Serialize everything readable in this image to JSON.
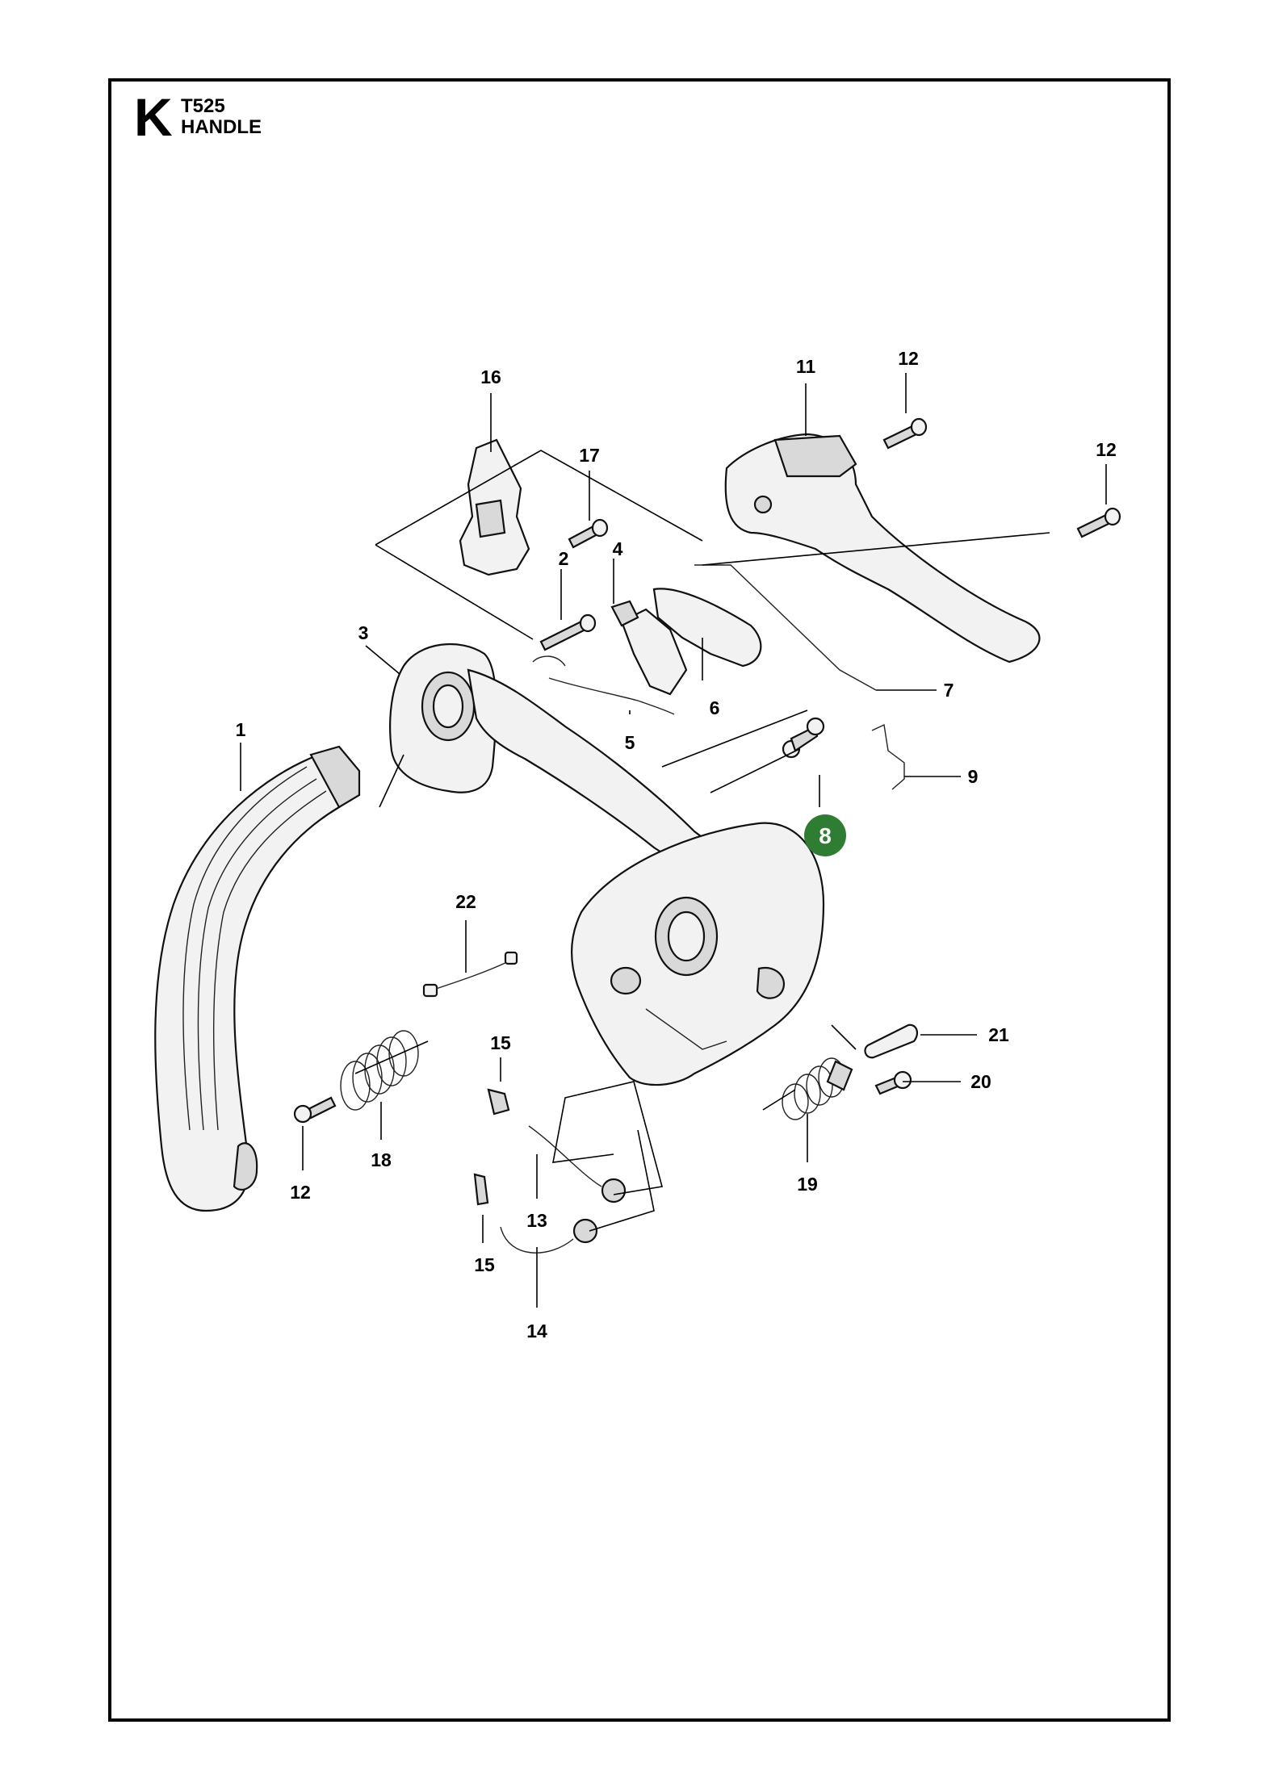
{
  "header": {
    "section_letter": "K",
    "model": "T525",
    "title": "HANDLE"
  },
  "callouts": [
    {
      "id": "1",
      "label": "1"
    },
    {
      "id": "2",
      "label": "2"
    },
    {
      "id": "3",
      "label": "3"
    },
    {
      "id": "4",
      "label": "4"
    },
    {
      "id": "5",
      "label": "5"
    },
    {
      "id": "6",
      "label": "6"
    },
    {
      "id": "7",
      "label": "7"
    },
    {
      "id": "8",
      "label": "8",
      "highlighted": true
    },
    {
      "id": "9",
      "label": "9"
    },
    {
      "id": "11",
      "label": "11"
    },
    {
      "id": "12a",
      "label": "12"
    },
    {
      "id": "12b",
      "label": "12"
    },
    {
      "id": "12c",
      "label": "12"
    },
    {
      "id": "13",
      "label": "13"
    },
    {
      "id": "14",
      "label": "14"
    },
    {
      "id": "15a",
      "label": "15"
    },
    {
      "id": "15b",
      "label": "15"
    },
    {
      "id": "16",
      "label": "16"
    },
    {
      "id": "17",
      "label": "17"
    },
    {
      "id": "18",
      "label": "18"
    },
    {
      "id": "19",
      "label": "19"
    },
    {
      "id": "20",
      "label": "20"
    },
    {
      "id": "21",
      "label": "21"
    },
    {
      "id": "22",
      "label": "22"
    }
  ],
  "colors": {
    "highlight": "#2f7d32",
    "line": "#000000",
    "part_fill": "#f2f2f2"
  }
}
